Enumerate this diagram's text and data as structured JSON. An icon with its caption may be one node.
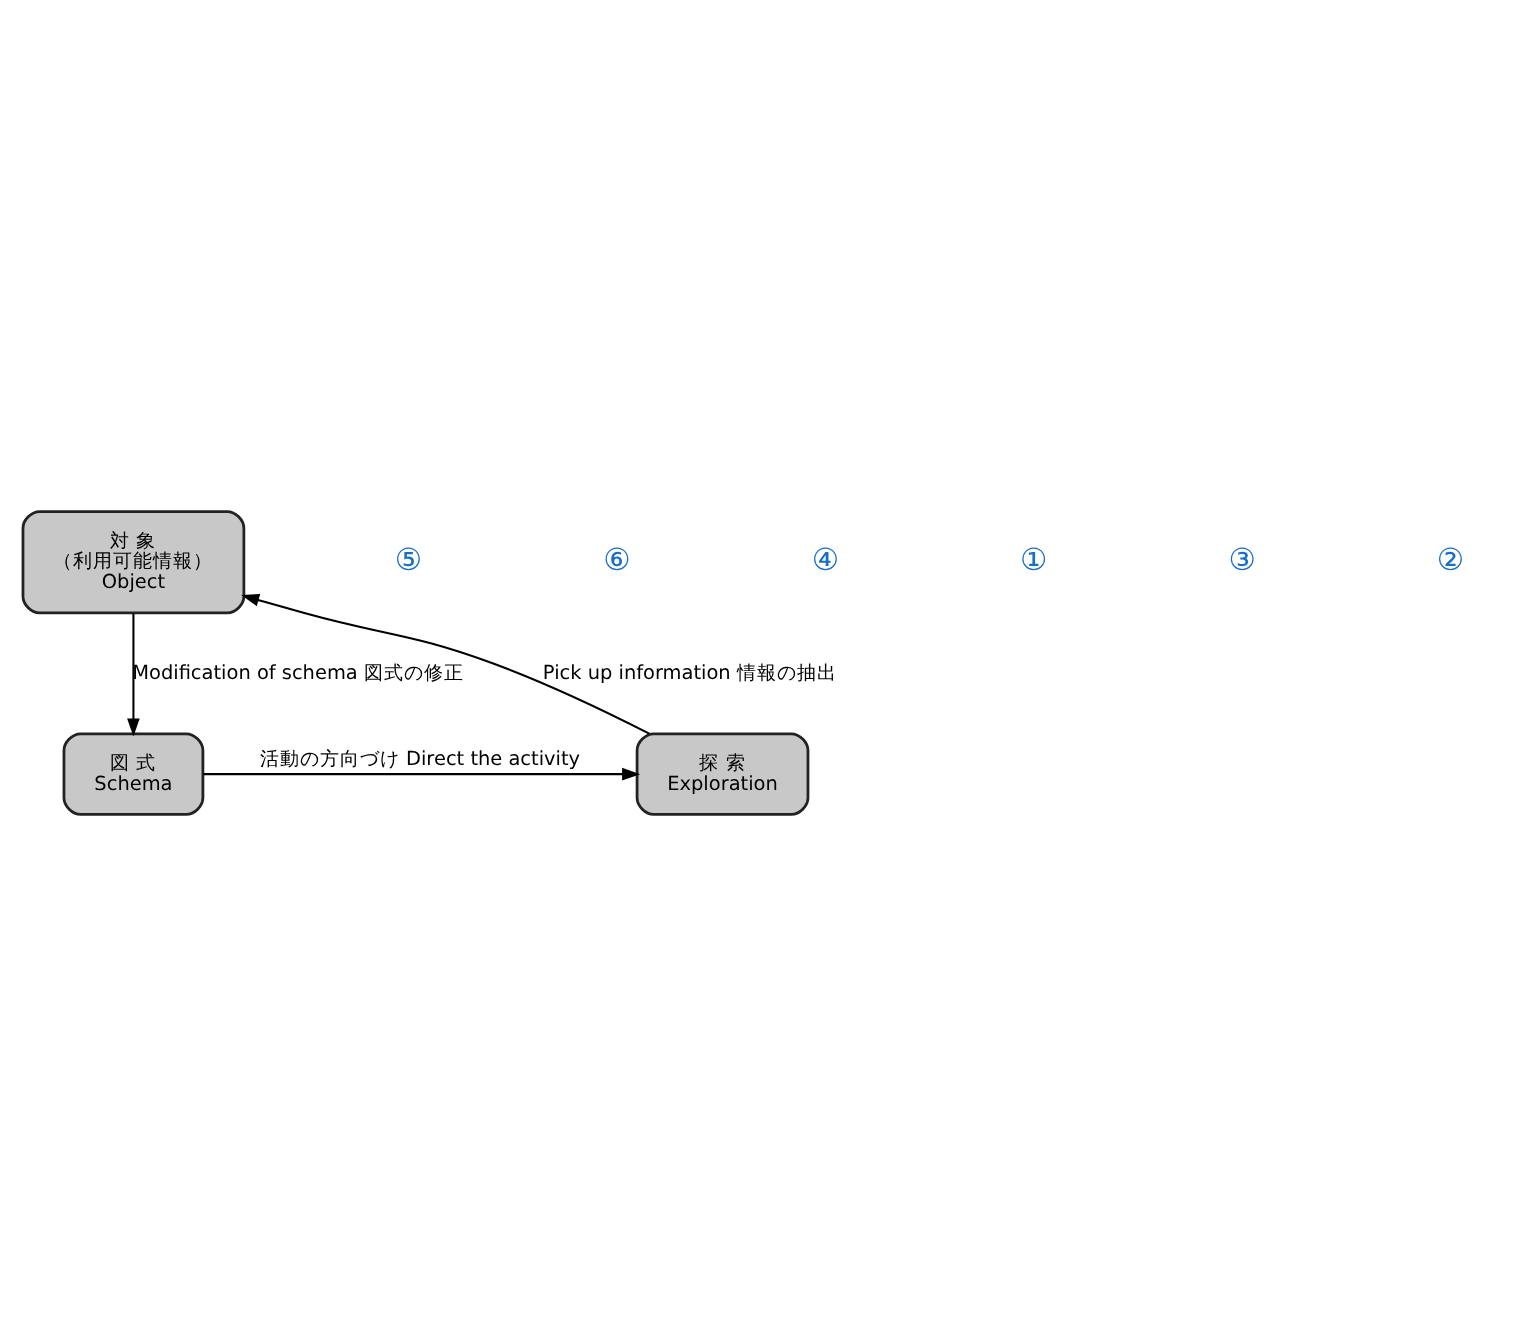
{
  "diagram": {
    "nodes": [
      {
        "text": [
          "対 象",
          "（利用可能情報）",
          "Object"
        ]
      },
      {
        "text": [
          "図 式",
          "Schema"
        ]
      },
      {
        "text": [
          "探 索",
          "Exploration"
        ]
      }
    ],
    "edges": [
      {
        "from": 1,
        "to": 2,
        "arrow": "to",
        "label": "活動の方向づけ Direct the activity"
      },
      {
        "from": 2,
        "to": 0,
        "arrow": "to",
        "label": "Pick up information 情報の抽出"
      },
      {
        "from": 0,
        "to": 1,
        "arrow": "to",
        "label": "Modification of schema 図式の修正"
      }
    ],
    "labels": [
      "⑤",
      "⑥",
      "④",
      "①",
      "③",
      "②"
    ]
  }
}
